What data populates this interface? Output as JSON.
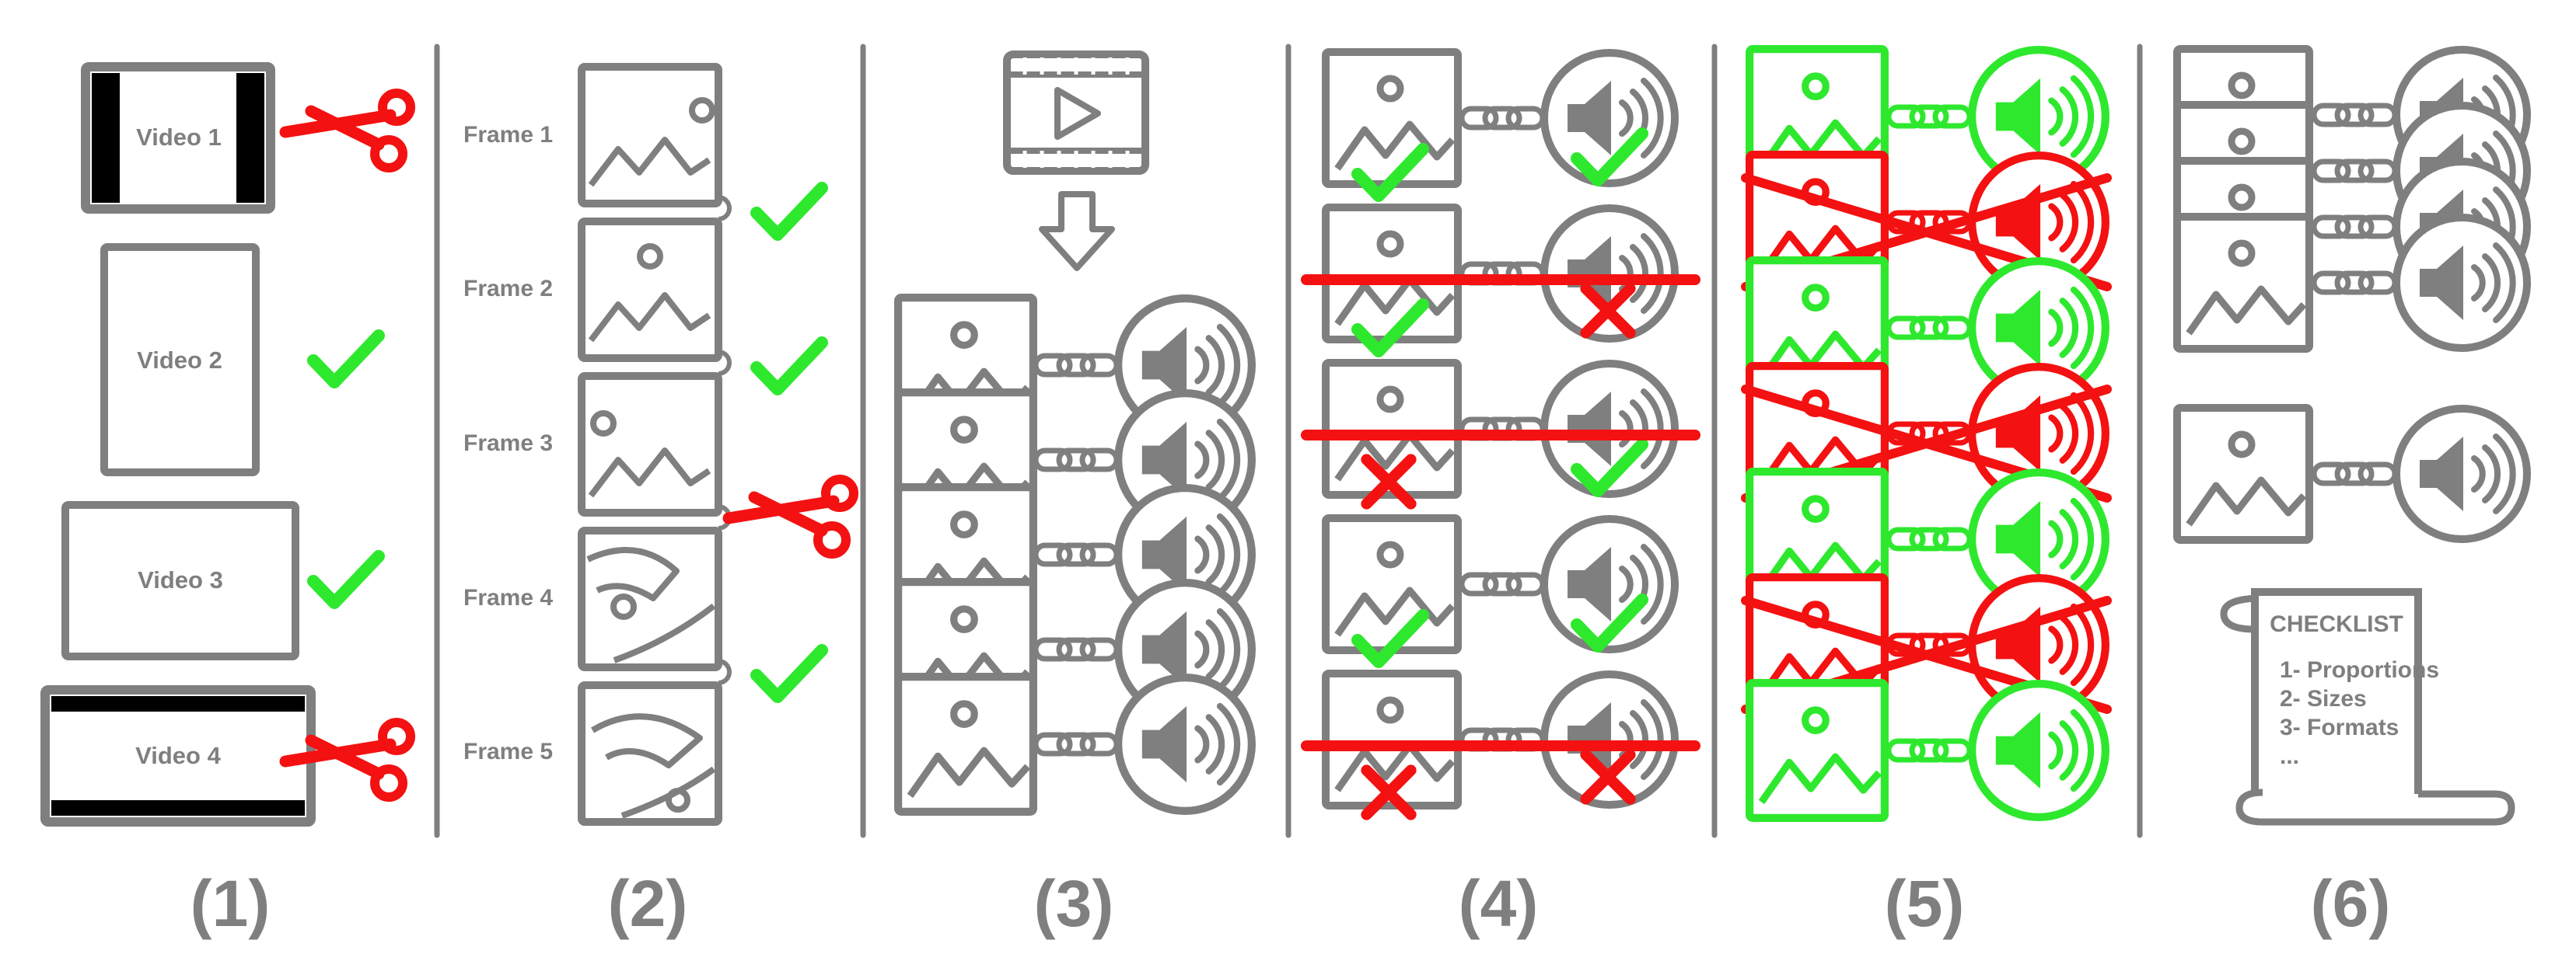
{
  "colors": {
    "gray": "#7f7f7f",
    "red": "#f41111",
    "green": "#2ee82e",
    "black": "#000000",
    "white": "#ffffff"
  },
  "panels": [
    "(1)",
    "(2)",
    "(3)",
    "(4)",
    "(5)",
    "(6)"
  ],
  "panel1": {
    "videos": [
      "Video 1",
      "Video 2",
      "Video 3",
      "Video 4"
    ],
    "status": [
      "scissors-icon",
      "check-icon",
      "check-icon",
      "scissors-icon"
    ]
  },
  "panel2": {
    "frames": [
      "Frame 1",
      "Frame 2",
      "Frame 3",
      "Frame 4",
      "Frame 5"
    ],
    "transition_status": [
      "check-icon",
      "check-icon",
      "scissors-icon",
      "check-icon"
    ]
  },
  "panel3": {
    "icons": [
      "film-play-icon",
      "arrow-down-icon"
    ],
    "pairs": 5
  },
  "panel4": {
    "rows": [
      {
        "image": "check",
        "audio": "check",
        "struck": false
      },
      {
        "image": "check",
        "audio": "cross",
        "struck": true
      },
      {
        "image": "cross",
        "audio": "check",
        "struck": true
      },
      {
        "image": "check",
        "audio": "check",
        "struck": false
      },
      {
        "image": "cross",
        "audio": "cross",
        "struck": true
      }
    ]
  },
  "panel5": {
    "rows": [
      "kept",
      "rejected",
      "kept",
      "rejected",
      "kept",
      "rejected",
      "kept"
    ]
  },
  "panel6": {
    "stack_count": 4,
    "checklist": {
      "title": "CHECKLIST",
      "items": [
        "1- Proportions",
        "2- Sizes",
        "3- Formats",
        "..."
      ]
    }
  }
}
